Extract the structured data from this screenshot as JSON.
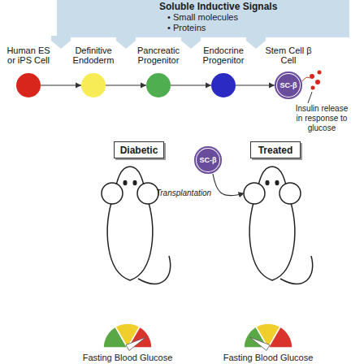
{
  "diagram": {
    "nodes": [
      {
        "text": [
          "Soluble Inductive Signals",
          "• Small molecules",
          "• Proteins"
        ]
      },
      {
        "text": [
          "Human ES or iPS Cell"
        ]
      },
      {
        "text": [
          "Definitive Endoderm"
        ]
      },
      {
        "text": [
          "Pancreatic Progenitor"
        ]
      },
      {
        "text": [
          "Endocrine Progenitor"
        ]
      },
      {
        "text": [
          "Stem Cell β Cell",
          "SC-β"
        ]
      },
      {
        "text": [
          "Diabetic"
        ]
      },
      {
        "text": [
          "SC-β"
        ]
      },
      {
        "text": [
          "Treated"
        ]
      }
    ],
    "edges": [
      {
        "from": 1,
        "to": 2,
        "arrow": "to"
      },
      {
        "from": 2,
        "to": 3,
        "arrow": "to"
      },
      {
        "from": 3,
        "to": 4,
        "arrow": "to"
      },
      {
        "from": 4,
        "to": 5,
        "arrow": "to"
      }
    ],
    "labels": [
      "Insulin release in response to glucose",
      "Transplantation",
      "Fasting Blood Glucose",
      "Fasting Blood Glucose"
    ]
  }
}
